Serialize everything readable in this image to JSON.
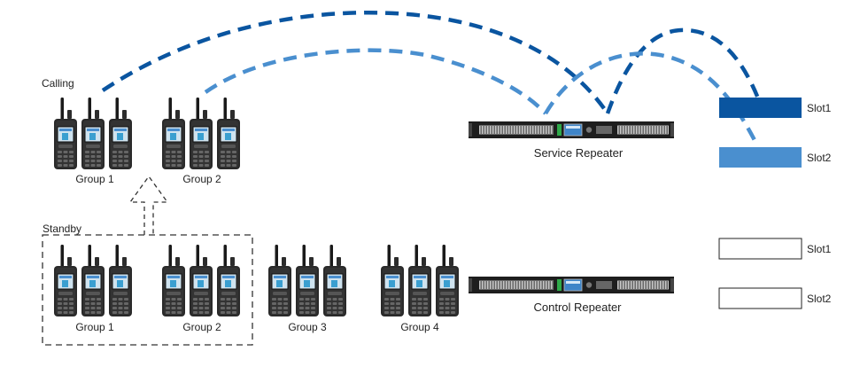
{
  "calling_label": "Calling",
  "standby_label": "Standby",
  "calling_groups": [
    {
      "label": "Group 1"
    },
    {
      "label": "Group 2"
    }
  ],
  "standby_groups": [
    {
      "label": "Group 1"
    },
    {
      "label": "Group 2"
    },
    {
      "label": "Group 3"
    },
    {
      "label": "Group 4"
    }
  ],
  "service_repeater": {
    "label": "Service Repeater",
    "slot1_label": "Slot1",
    "slot2_label": "Slot2"
  },
  "control_repeater": {
    "label": "Control Repeater",
    "slot1_label": "Slot1",
    "slot2_label": "Slot2"
  },
  "colors": {
    "slot1_link": "#0a55a0",
    "slot2_link": "#4a8fcf",
    "slot1_fill": "#0a55a0",
    "slot2_fill": "#4a8fcf",
    "radio_body": "#2a2a2a",
    "repeater_body": "#1e1e1e"
  }
}
